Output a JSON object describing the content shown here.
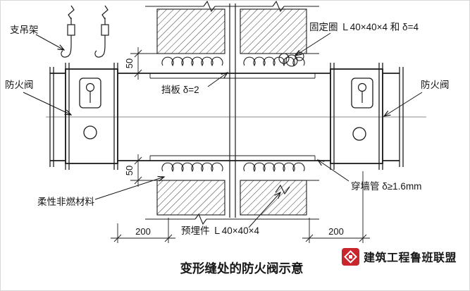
{
  "diagram": {
    "labels": {
      "hanger": "支吊架",
      "fire_damper_left": "防火阀",
      "fire_damper_right": "防火阀",
      "baffle": "挡板 δ=2",
      "fixing_ring": "固定圈 Ｌ40×40×4 和 δ=4",
      "wall_sleeve": "穿墙管 δ≥1.6mm",
      "flexible_material": "柔性非燃材料",
      "embedded_part": "预埋件 Ｌ40×40×4"
    },
    "dimensions": {
      "top_gap": "50",
      "bottom_gap": "50",
      "left_span": "200",
      "right_span": "200"
    },
    "title": "变形缝处的防火阀示意"
  },
  "watermark": {
    "text": "建筑工程鲁班联盟"
  },
  "colors": {
    "line": "#1c1c1c",
    "watermark_red": "#c9252c"
  }
}
